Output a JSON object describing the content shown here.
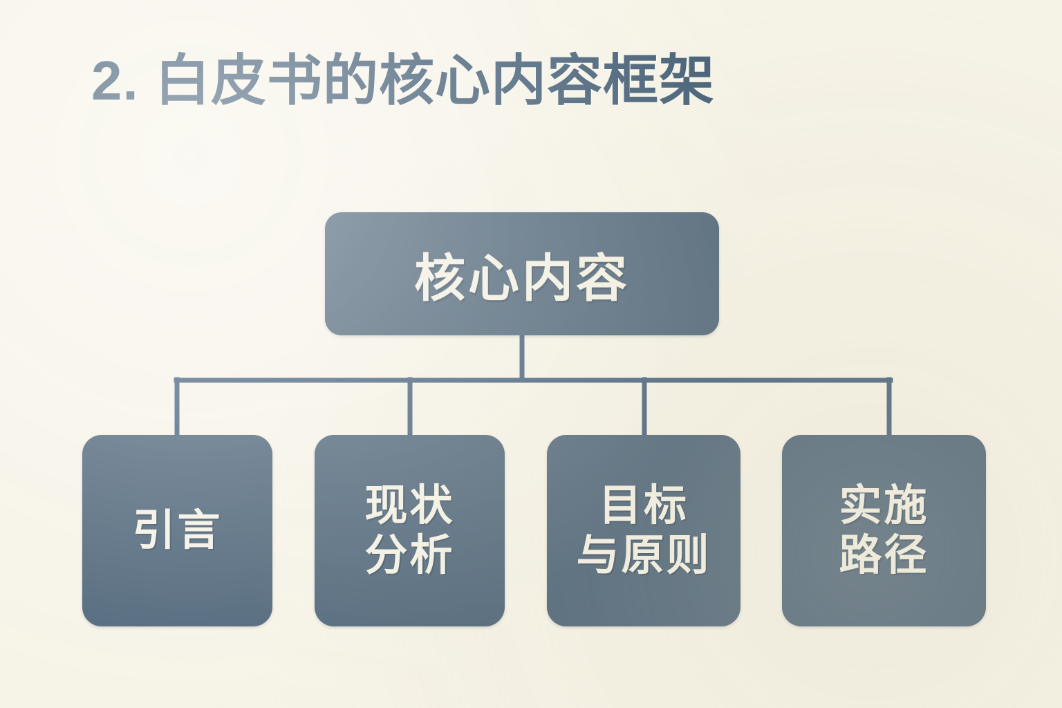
{
  "slide": {
    "title": "2. 白皮书的核心内容框架",
    "background_color": "#f6f3e7",
    "accent_color": "#4d6478",
    "title_color": "#3f5a72",
    "node_text_color": "#f4f1e4",
    "connector_color": "#44607a"
  },
  "diagram": {
    "type": "tree",
    "root": {
      "label": "核心内容"
    },
    "children": [
      {
        "label": "引言"
      },
      {
        "label": "现状\n分析"
      },
      {
        "label": "目标\n与原则"
      },
      {
        "label": "实施\n路径"
      }
    ]
  }
}
